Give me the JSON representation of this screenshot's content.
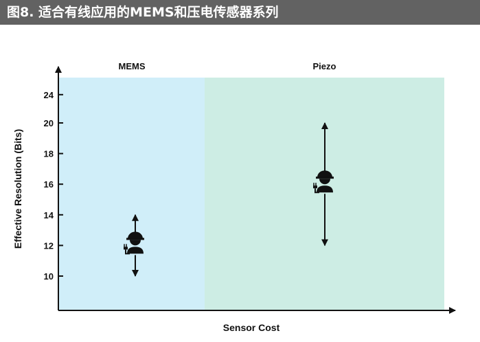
{
  "header": {
    "title": "图8. 适合有线应用的MEMS和压电传感器系列"
  },
  "chart_data": {
    "type": "range-diagram",
    "xlabel": "Sensor Cost",
    "ylabel": "Effective Resolution (Bits)",
    "yticks": [
      10,
      12,
      14,
      16,
      18,
      20,
      24
    ],
    "regions": [
      {
        "name": "MEMS",
        "color": "#d0eef9",
        "resolution_typical": 12,
        "resolution_range": [
          10,
          14
        ]
      },
      {
        "name": "Piezo",
        "color": "#cdede4",
        "resolution_typical": 16,
        "resolution_range": [
          12,
          20
        ]
      }
    ]
  }
}
